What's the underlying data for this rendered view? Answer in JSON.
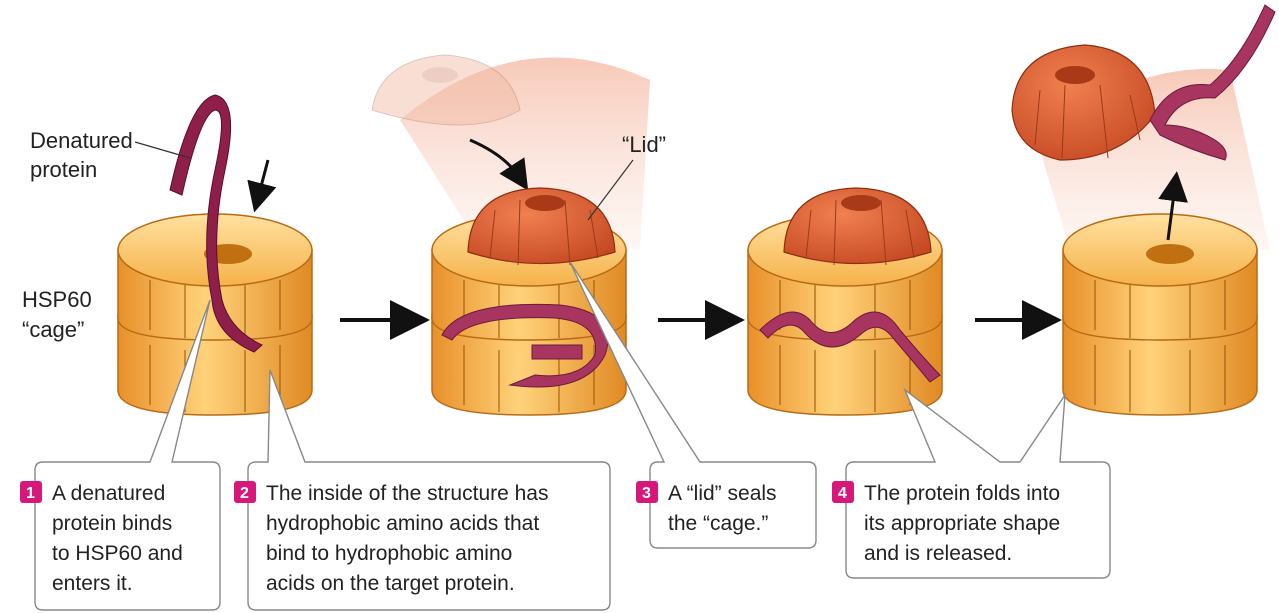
{
  "labels": {
    "denatured_line1": "Denatured",
    "denatured_line2": "protein",
    "hsp60_line1": "HSP60",
    "hsp60_line2": "“cage”",
    "lid": "“Lid”"
  },
  "steps": [
    {
      "number": "1",
      "lines": [
        "A denatured",
        "protein binds",
        "to HSP60 and",
        "enters it."
      ]
    },
    {
      "number": "2",
      "lines": [
        "The inside of the structure has",
        "hydrophobic amino acids that",
        "bind to hydrophobic amino",
        "acids on the target protein."
      ]
    },
    {
      "number": "3",
      "lines": [
        "A “lid” seals",
        "the “cage.”"
      ]
    },
    {
      "number": "4",
      "lines": [
        "The protein folds into",
        "its appropriate shape",
        "and is released."
      ]
    }
  ],
  "colors": {
    "cage": "#f2a93b",
    "cage_light": "#ffd27a",
    "lid": "#d9572f",
    "protein": "#8e1f4a",
    "badge": "#d6187a"
  }
}
